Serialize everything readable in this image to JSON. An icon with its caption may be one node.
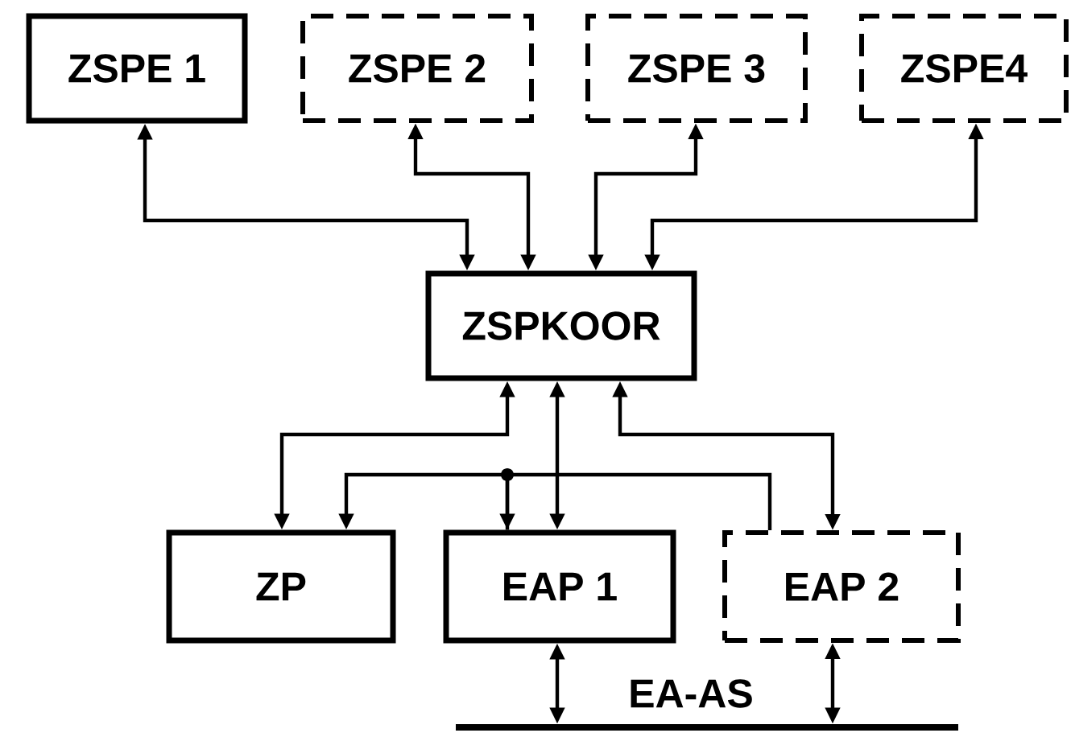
{
  "diagram": {
    "nodes": [
      {
        "text": [
          "ZSPE 1"
        ]
      },
      {
        "text": [
          "ZSPE 2"
        ]
      },
      {
        "text": [
          "ZSPE 3"
        ]
      },
      {
        "text": [
          "ZSPE4"
        ]
      },
      {
        "text": [
          "ZSPKOOR"
        ]
      },
      {
        "text": [
          "ZP"
        ]
      },
      {
        "text": [
          "EAP 1"
        ]
      },
      {
        "text": [
          "EAP 2"
        ]
      },
      {
        "text": [],
        "shape": "bar",
        "beside": [
          "EA-AS"
        ]
      }
    ],
    "edges": [
      {
        "from": 0,
        "to": 4,
        "arrow": "both"
      },
      {
        "from": 1,
        "to": 4,
        "arrow": "both"
      },
      {
        "from": 2,
        "to": 4,
        "arrow": "both"
      },
      {
        "from": 3,
        "to": 4,
        "arrow": "both"
      },
      {
        "from": 4,
        "to": 5,
        "arrow": "both"
      },
      {
        "from": 4,
        "to": 6,
        "arrow": "both"
      },
      {
        "from": 4,
        "to": 7,
        "arrow": "both"
      },
      {
        "from": 5,
        "to": 6,
        "arrow": "both"
      },
      {
        "from": 6,
        "to": 7,
        "arrow": "none"
      },
      {
        "from": 6,
        "to": 8,
        "arrow": "both"
      },
      {
        "from": 7,
        "to": 8,
        "arrow": "both"
      }
    ]
  }
}
